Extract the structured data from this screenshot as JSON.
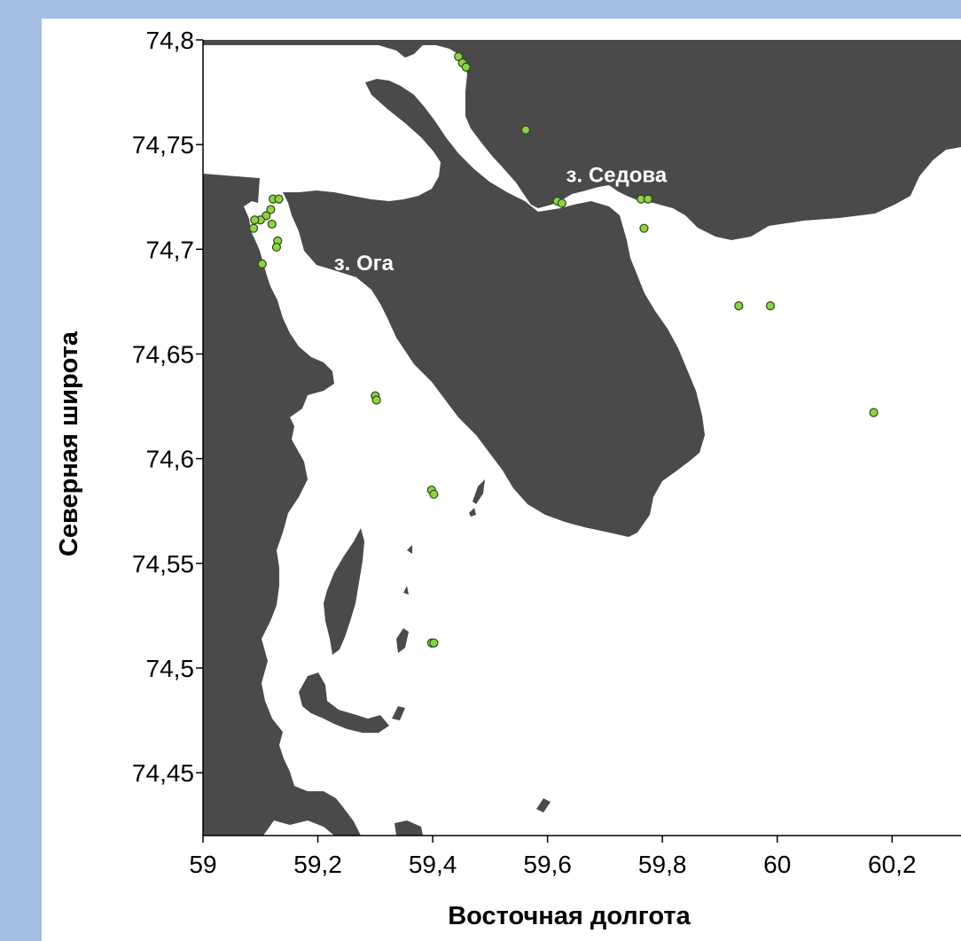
{
  "map": {
    "xlabel": "Восточная долгота",
    "ylabel": "Северная широта",
    "xlim": [
      59.0,
      60.32
    ],
    "ylim": [
      74.42,
      74.8
    ],
    "xticks": [
      {
        "value": 59.0,
        "label": "59"
      },
      {
        "value": 59.2,
        "label": "59,2"
      },
      {
        "value": 59.4,
        "label": "59,4"
      },
      {
        "value": 59.6,
        "label": "59,6"
      },
      {
        "value": 59.8,
        "label": "59,8"
      },
      {
        "value": 60.0,
        "label": "60"
      },
      {
        "value": 60.2,
        "label": "60,2"
      }
    ],
    "yticks": [
      {
        "value": 74.8,
        "label": "74,8"
      },
      {
        "value": 74.75,
        "label": "74,75"
      },
      {
        "value": 74.7,
        "label": "74,7"
      },
      {
        "value": 74.65,
        "label": "74,65"
      },
      {
        "value": 74.6,
        "label": "74,6"
      },
      {
        "value": 74.55,
        "label": "74,55"
      },
      {
        "value": 74.5,
        "label": "74,5"
      },
      {
        "value": 74.45,
        "label": "74,45"
      }
    ],
    "places": [
      {
        "name": "з. Седова",
        "lon": 59.72,
        "lat": 74.732
      },
      {
        "name": "з. Ога",
        "lon": 59.28,
        "lat": 74.69
      }
    ],
    "stations": [
      {
        "lon": 59.445,
        "lat": 74.792
      },
      {
        "lon": 59.452,
        "lat": 74.789
      },
      {
        "lon": 59.458,
        "lat": 74.787
      },
      {
        "lon": 59.562,
        "lat": 74.757
      },
      {
        "lon": 59.617,
        "lat": 74.723
      },
      {
        "lon": 59.625,
        "lat": 74.722
      },
      {
        "lon": 59.763,
        "lat": 74.724
      },
      {
        "lon": 59.775,
        "lat": 74.724
      },
      {
        "lon": 59.768,
        "lat": 74.71
      },
      {
        "lon": 59.933,
        "lat": 74.673
      },
      {
        "lon": 59.988,
        "lat": 74.673
      },
      {
        "lon": 60.168,
        "lat": 74.622
      },
      {
        "lon": 59.3,
        "lat": 74.63
      },
      {
        "lon": 59.302,
        "lat": 74.628
      },
      {
        "lon": 59.398,
        "lat": 74.585
      },
      {
        "lon": 59.402,
        "lat": 74.583
      },
      {
        "lon": 59.398,
        "lat": 74.512
      },
      {
        "lon": 59.402,
        "lat": 74.512
      },
      {
        "lon": 59.122,
        "lat": 74.724
      },
      {
        "lon": 59.132,
        "lat": 74.724
      },
      {
        "lon": 59.118,
        "lat": 74.719
      },
      {
        "lon": 59.11,
        "lat": 74.716
      },
      {
        "lon": 59.1,
        "lat": 74.714
      },
      {
        "lon": 59.09,
        "lat": 74.714
      },
      {
        "lon": 59.088,
        "lat": 74.71
      },
      {
        "lon": 59.12,
        "lat": 74.712
      },
      {
        "lon": 59.13,
        "lat": 74.704
      },
      {
        "lon": 59.128,
        "lat": 74.701
      },
      {
        "lon": 59.103,
        "lat": 74.693
      }
    ],
    "colors": {
      "land": "#4a4a4a",
      "sea": "#ffffff",
      "station_fill": "#8fd24a",
      "station_stroke": "#2b4a10",
      "page_bg": "#a3bde3"
    }
  }
}
